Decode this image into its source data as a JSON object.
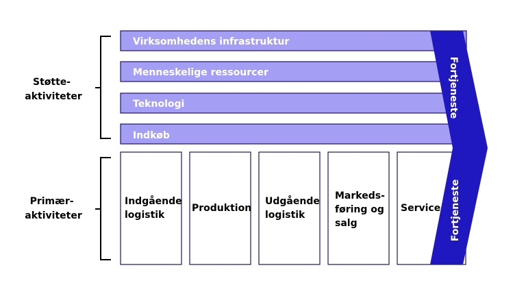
{
  "colors": {
    "bar_fill": "#a49ef5",
    "margin_fill": "#1f18c0",
    "stroke": "#1a1466",
    "text_dark": "#000000",
    "text_light": "#ffffff"
  },
  "support": {
    "label_line1": "Støtte-",
    "label_line2": "aktiviteter",
    "bars": [
      "Virksomhedens infrastruktur",
      "Menneskelige ressourcer",
      "Teknologi",
      "Indkøb"
    ]
  },
  "primary": {
    "label_line1": "Primær-",
    "label_line2": "aktiviteter",
    "boxes": [
      {
        "line1": "Indgående",
        "line2": "logistik",
        "line3": ""
      },
      {
        "line1": "Produktion",
        "line2": "",
        "line3": ""
      },
      {
        "line1": "Udgående",
        "line2": "logistik",
        "line3": ""
      },
      {
        "line1": "Markeds-",
        "line2": "føring og",
        "line3": "salg"
      },
      {
        "line1": "Service",
        "line2": "",
        "line3": ""
      }
    ]
  },
  "margin": {
    "top_label": "Fortjeneste",
    "bottom_label": "Fortjeneste"
  }
}
